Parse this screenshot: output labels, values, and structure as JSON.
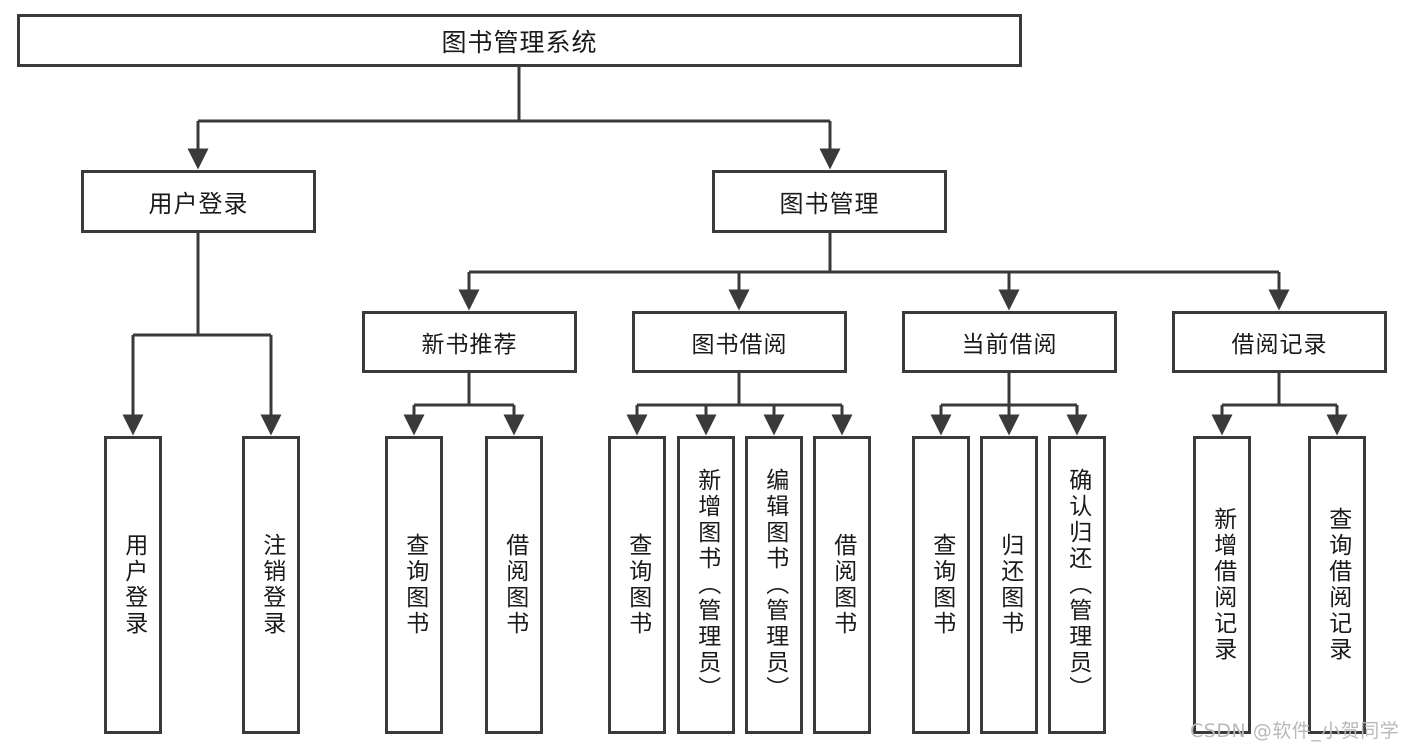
{
  "diagram": {
    "title": "图书管理系统",
    "type": "tree",
    "orientation": "top-down",
    "colors": {
      "box_border": "#3a3a3a",
      "box_fill": "#ffffff",
      "connector": "#3a3a3a",
      "text": "#1a1a1a",
      "watermark": "#b9b9b9",
      "background": "#ffffff"
    },
    "watermark": "CSDN @软件_小贺同学"
  },
  "nodes": {
    "root": {
      "label": "图书管理系统"
    },
    "level2": [
      {
        "id": "user-login",
        "label": "用户登录"
      },
      {
        "id": "book-manage",
        "label": "图书管理"
      }
    ],
    "level3": [
      {
        "id": "new-book-recommend",
        "label": "新书推荐"
      },
      {
        "id": "book-borrow",
        "label": "图书借阅"
      },
      {
        "id": "current-borrow",
        "label": "当前借阅"
      },
      {
        "id": "borrow-record",
        "label": "借阅记录"
      }
    ],
    "leaves": {
      "user_login": [
        {
          "id": "leaf-user-login",
          "label": "用户登录"
        },
        {
          "id": "leaf-logout",
          "label": "注销登录"
        }
      ],
      "new_book_recommend": [
        {
          "id": "leaf-query-book-1",
          "label": "查询图书"
        },
        {
          "id": "leaf-borrow-book-1",
          "label": "借阅图书"
        }
      ],
      "book_borrow": [
        {
          "id": "leaf-query-book-2",
          "label": "查询图书"
        },
        {
          "id": "leaf-add-book",
          "label": "新增图书（管理员）"
        },
        {
          "id": "leaf-edit-book",
          "label": "编辑图书（管理员）"
        },
        {
          "id": "leaf-borrow-book-2",
          "label": "借阅图书"
        }
      ],
      "current_borrow": [
        {
          "id": "leaf-query-book-3",
          "label": "查询图书"
        },
        {
          "id": "leaf-return-book",
          "label": "归还图书"
        },
        {
          "id": "leaf-confirm-return",
          "label": "确认归还（管理员）"
        }
      ],
      "borrow_record": [
        {
          "id": "leaf-add-record",
          "label": "新增借阅记录"
        },
        {
          "id": "leaf-query-record",
          "label": "查询借阅记录"
        }
      ]
    }
  }
}
